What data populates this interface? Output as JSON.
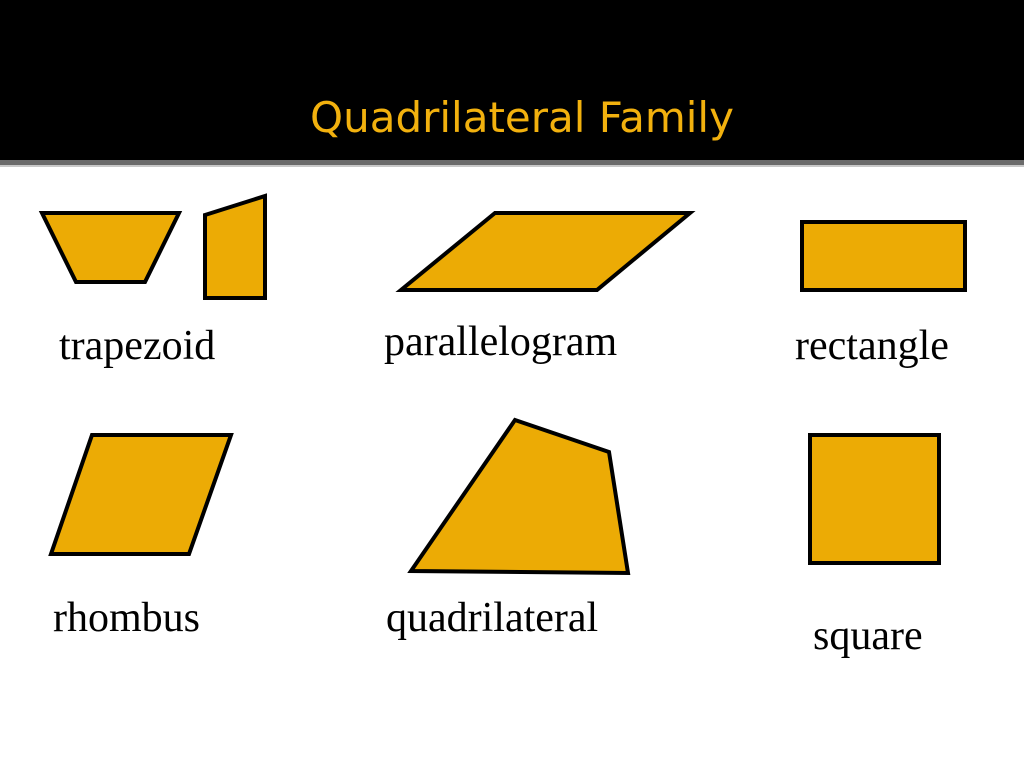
{
  "title": "Quadrilateral Family",
  "colors": {
    "title_bar": "#000000",
    "title_text": "#f2b10e",
    "shape_fill": "#ecab05",
    "shape_stroke": "#000000",
    "label_text": "#000000"
  },
  "labels": {
    "trapezoid": "trapezoid",
    "parallelogram": "parallelogram",
    "rectangle": "rectangle",
    "rhombus": "rhombus",
    "quadrilateral": "quadrilateral",
    "square": "square"
  }
}
